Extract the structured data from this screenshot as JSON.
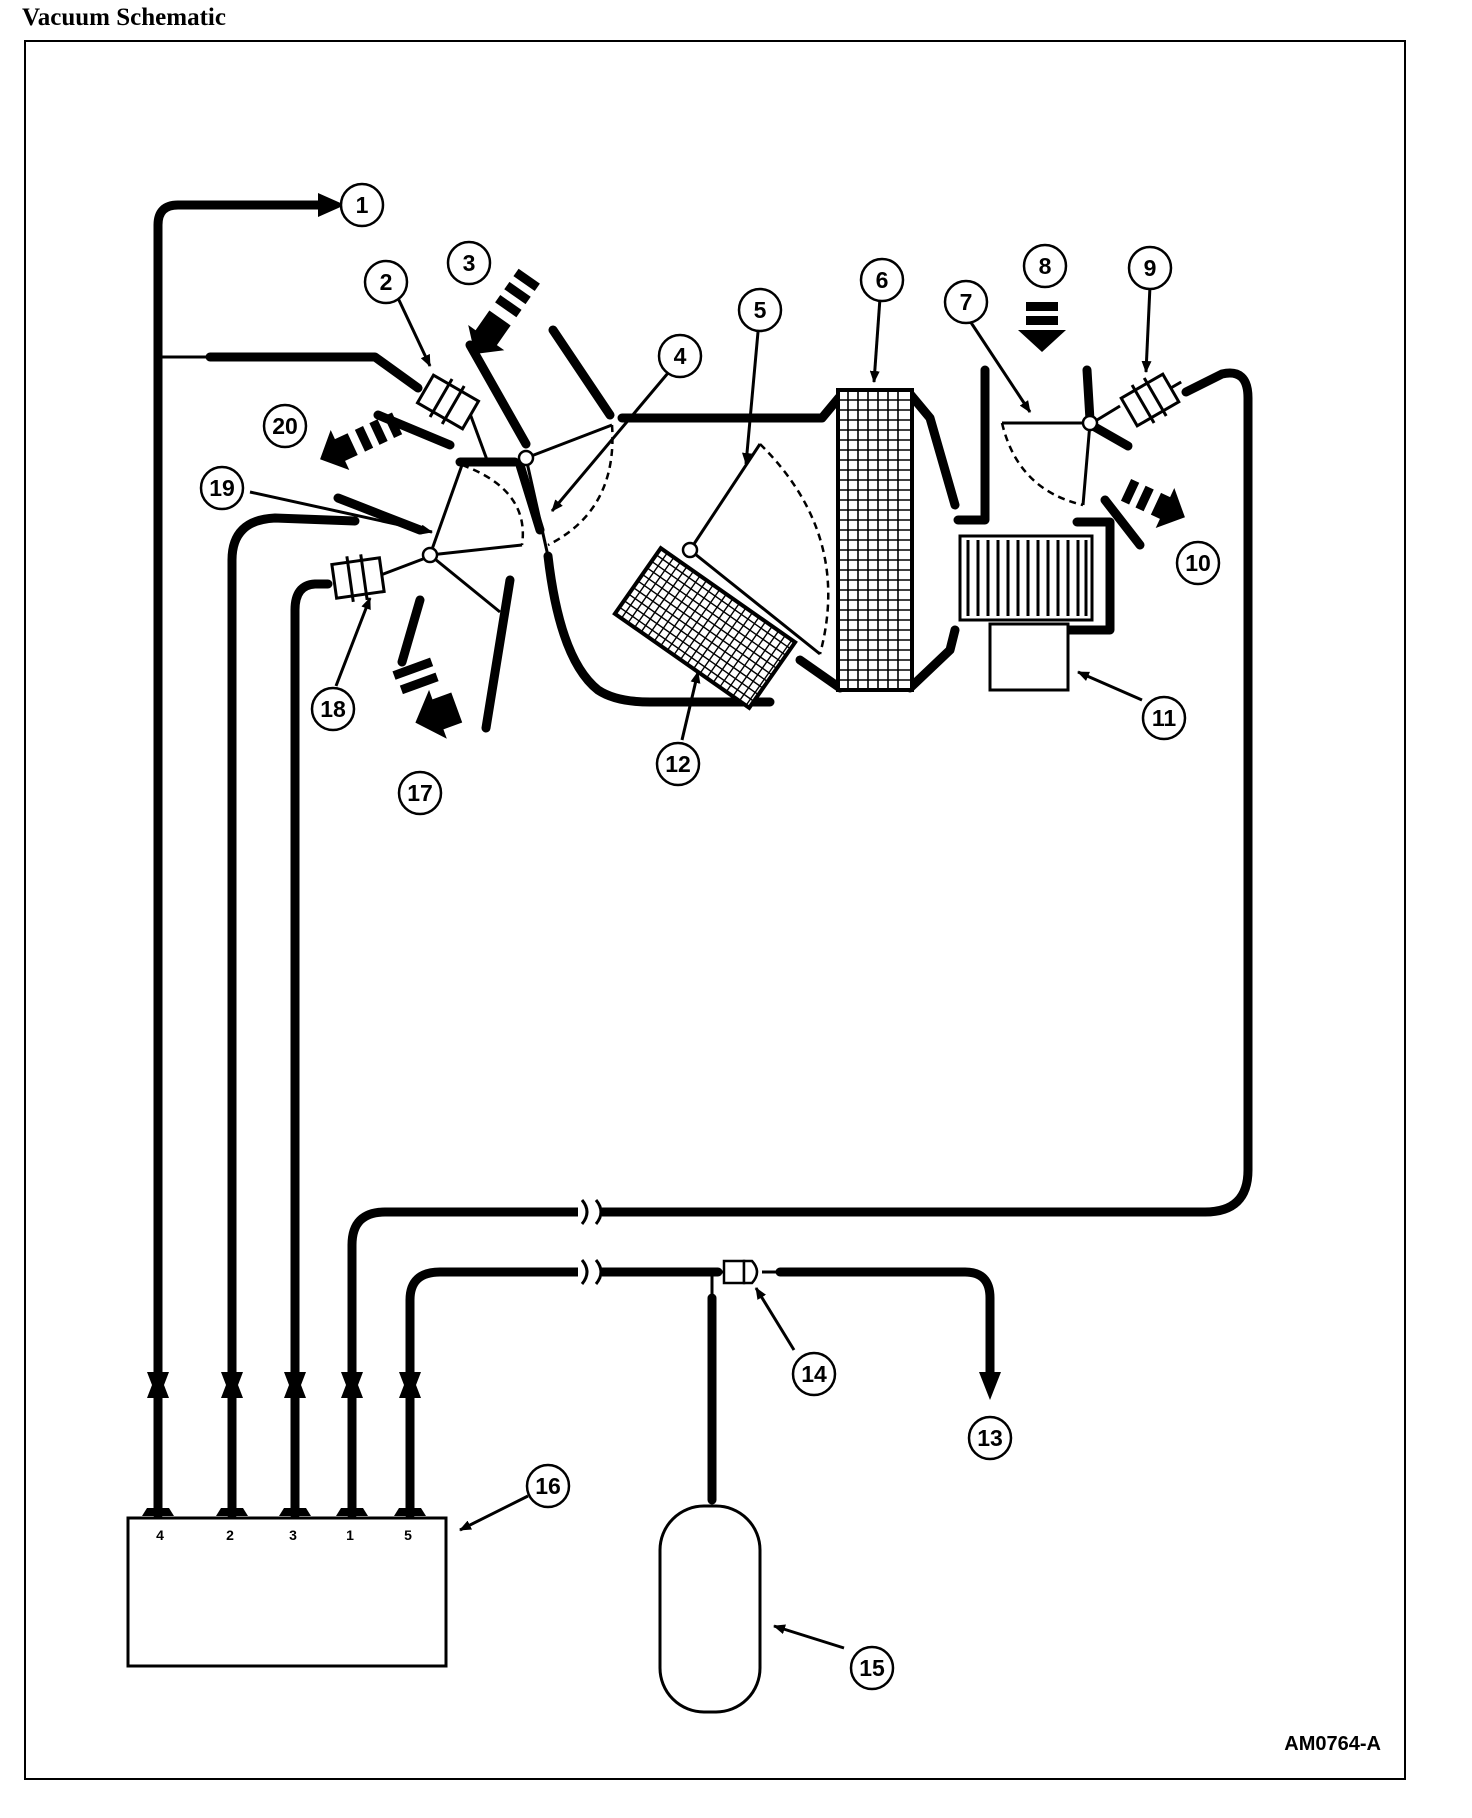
{
  "title": "Vacuum Schematic",
  "figure_id": "AM0764-A",
  "callouts": [
    "1",
    "2",
    "3",
    "4",
    "5",
    "6",
    "7",
    "8",
    "9",
    "10",
    "11",
    "12",
    "13",
    "14",
    "15",
    "16",
    "17",
    "18",
    "19",
    "20"
  ],
  "ports": [
    "4",
    "2",
    "3",
    "1",
    "5"
  ],
  "colors": {
    "ink": "#000000",
    "paper": "#ffffff"
  }
}
